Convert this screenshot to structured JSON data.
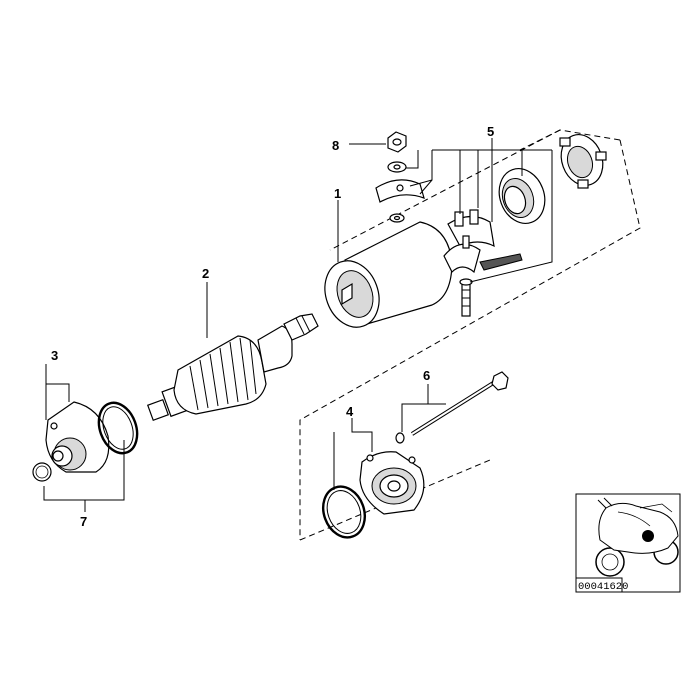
{
  "callouts": {
    "c1": "1",
    "c2": "2",
    "c3": "3",
    "c4": "4",
    "c5": "5",
    "c6": "6",
    "c7": "7",
    "c8": "8"
  },
  "reference_number": "00041620",
  "colors": {
    "line": "#000000",
    "background": "#ffffff",
    "shade": "#d9d9d9",
    "location_marker": "#000000"
  }
}
